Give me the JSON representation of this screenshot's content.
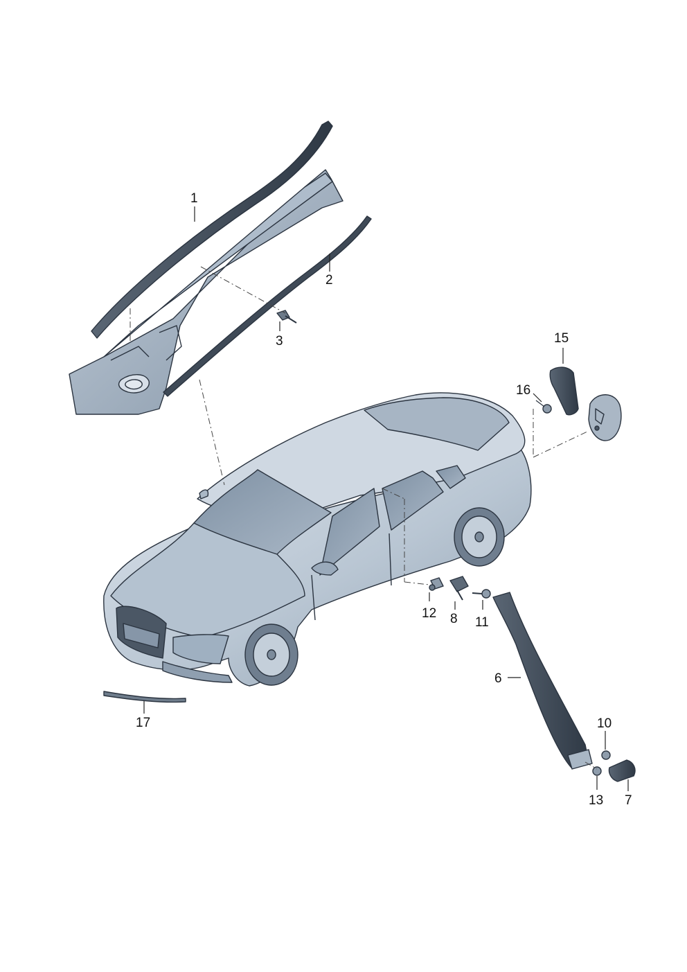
{
  "colors": {
    "body_light": "#c9d3de",
    "body_mid": "#a8b6c5",
    "body_dark": "#7f8fa1",
    "glass": "#8e9fb1",
    "trim_dark": "#3e4956",
    "outline": "#2b3440"
  },
  "callouts": {
    "c1": "1",
    "c2": "2",
    "c3": "3",
    "c6": "6",
    "c7": "7",
    "c8": "8",
    "c10": "10",
    "c11": "11",
    "c12": "12",
    "c13": "13",
    "c15": "15",
    "c16": "16",
    "c17": "17"
  }
}
